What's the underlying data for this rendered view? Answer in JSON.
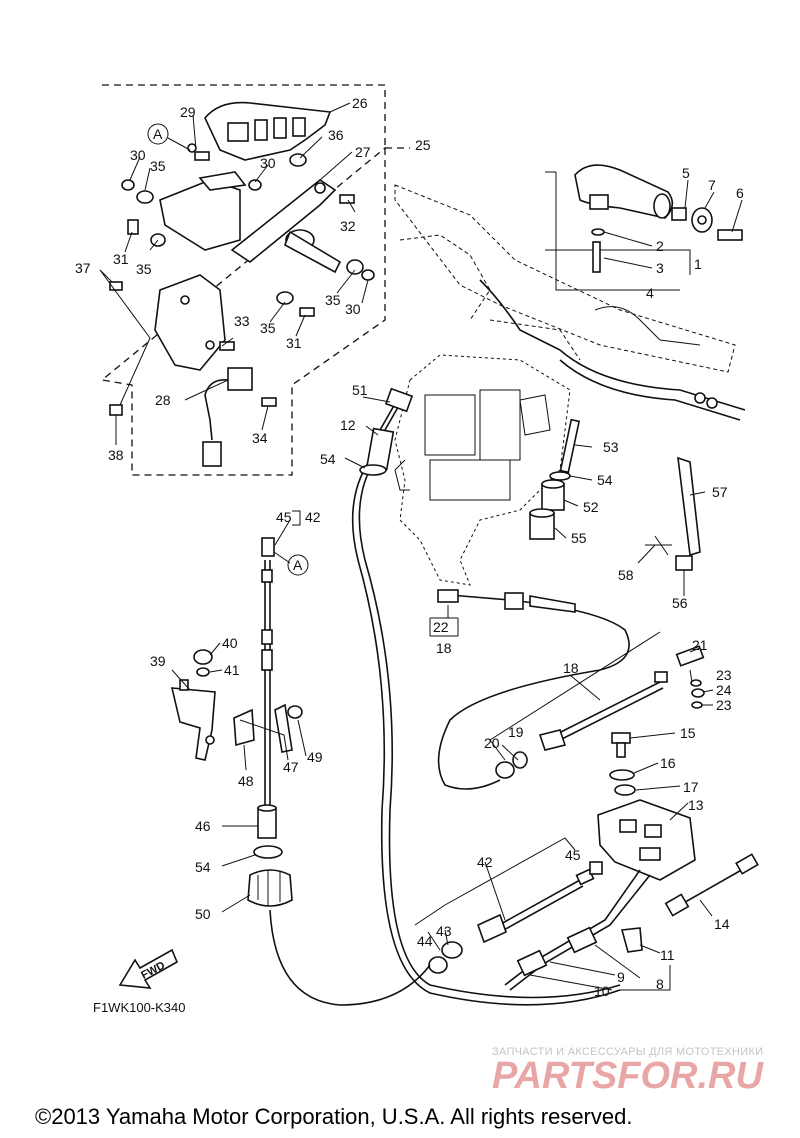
{
  "callouts": {
    "c1": "1",
    "c2": "2",
    "c3": "3",
    "c4": "4",
    "c5": "5",
    "c6": "6",
    "c7": "7",
    "c8": "8",
    "c9": "9",
    "c10": "10",
    "c11": "11",
    "c12": "12",
    "c13": "13",
    "c14": "14",
    "c15": "15",
    "c16": "16",
    "c17": "17",
    "c18a": "18",
    "c18b": "18",
    "c19": "19",
    "c20": "20",
    "c21": "21",
    "c22": "22",
    "c23a": "23",
    "c23b": "23",
    "c24": "24",
    "c25": "25",
    "c26": "26",
    "c27": "27",
    "c28": "28",
    "c29": "29",
    "c30a": "30",
    "c30b": "30",
    "c30c": "30",
    "c31a": "31",
    "c31b": "31",
    "c32": "32",
    "c33": "33",
    "c34": "34",
    "c35a": "35",
    "c35b": "35",
    "c35c": "35",
    "c35d": "35",
    "c36": "36",
    "c37": "37",
    "c38": "38",
    "c39": "39",
    "c40": "40",
    "c41": "41",
    "c42a": "42",
    "c42b": "42",
    "c43": "43",
    "c44": "44",
    "c45a": "45",
    "c45b": "45",
    "c46": "46",
    "c47": "47",
    "c48": "48",
    "c49": "49",
    "c50": "50",
    "c51": "51",
    "c52": "52",
    "c53": "53",
    "c54a": "54",
    "c54b": "54",
    "c54c": "54",
    "c55": "55",
    "c56": "56",
    "c57": "57",
    "c58": "58",
    "refA1": "A",
    "refA2": "A"
  },
  "fwd_label": "FWD",
  "diagram_code": "F1WK100-K340",
  "watermark": {
    "tagline": "ЗАПЧАСТИ И АКСЕССУАРЫ ДЛЯ МОТОТЕХНИКИ",
    "logo_text": "PARTSFOR.RU"
  },
  "copyright": "©2013 Yamaha Motor Corporation, U.S.A. All rights reserved.",
  "colors": {
    "line": "#111111",
    "background": "#ffffff",
    "watermark_logo": "#e8a6a6",
    "watermark_text": "#c4c4c4"
  }
}
